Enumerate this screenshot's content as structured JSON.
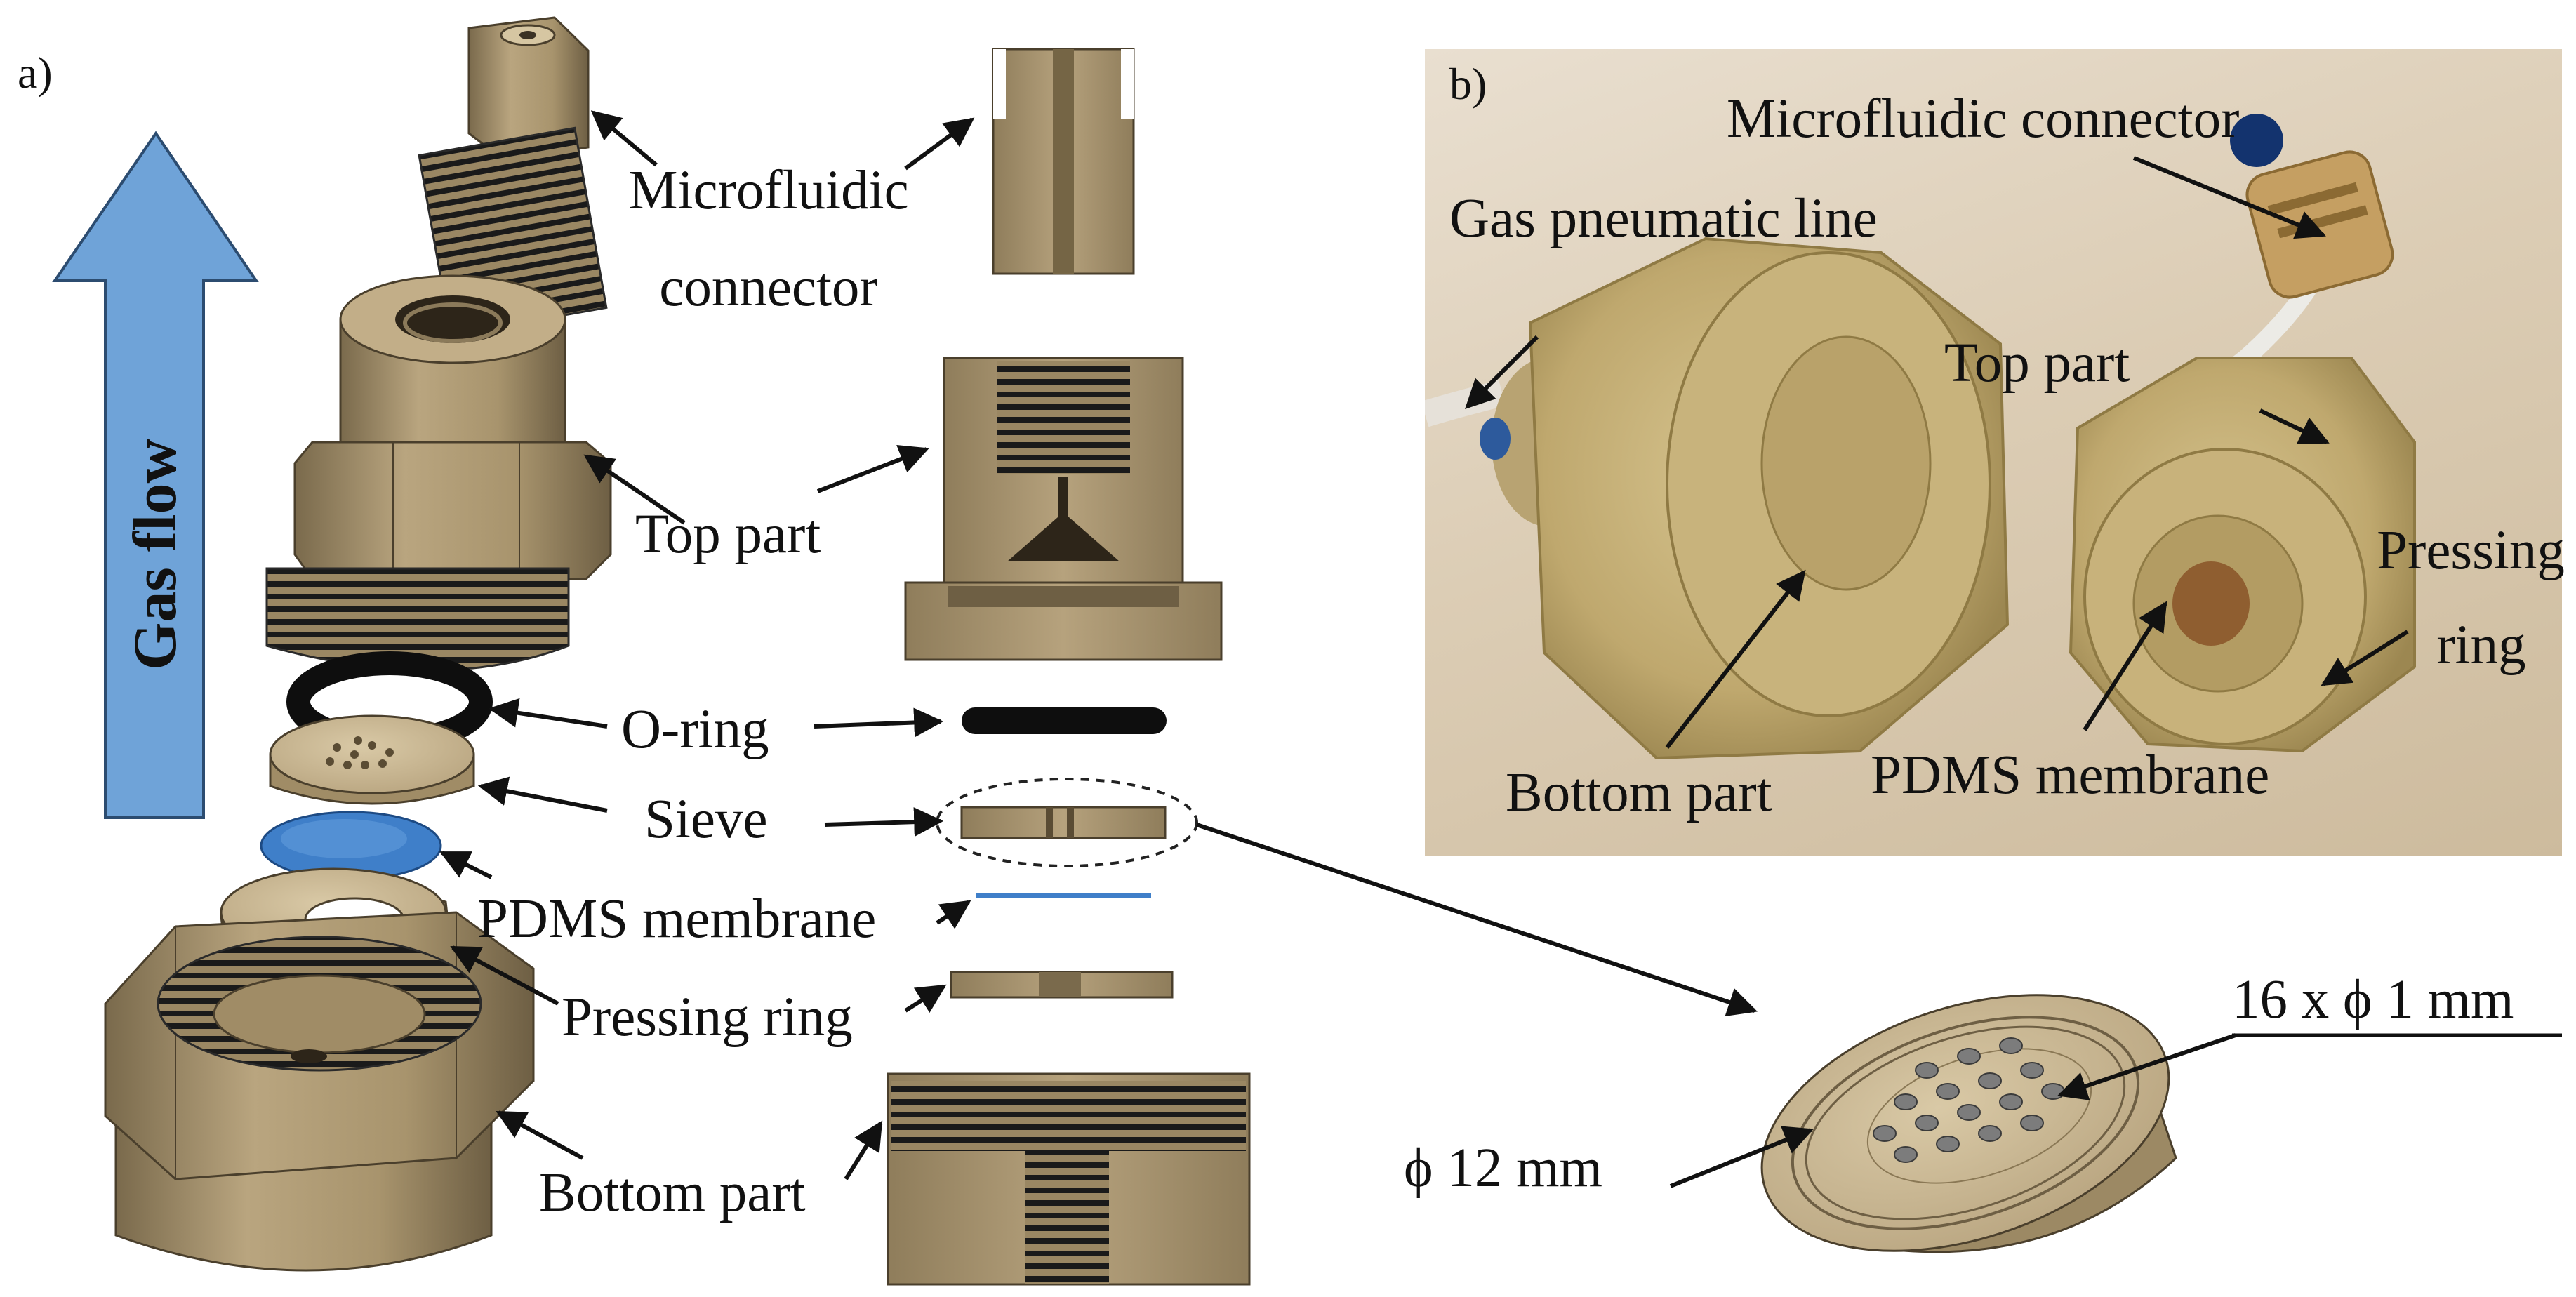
{
  "panel_a": {
    "label": "a)",
    "gas_flow": "Gas flow",
    "labels": {
      "microfluidic_line1": "Microfluidic",
      "microfluidic_line2": "connector",
      "top_part": "Top part",
      "o_ring": "O-ring",
      "sieve": "Sieve",
      "pdms_membrane": "PDMS membrane",
      "pressing_ring": "Pressing ring",
      "bottom_part": "Bottom part"
    },
    "colors": {
      "part": "#a08c66",
      "part_light": "#c9b590",
      "membrane": "#3f7fc9",
      "arrow": "#6fa3d8",
      "oring": "#0e0e0e"
    }
  },
  "panel_b": {
    "label": "b)",
    "labels": {
      "microfluidic_connector": "Microfluidic connector",
      "gas_line": "Gas pneumatic line",
      "top_part": "Top part",
      "pressing_ring_line1": "Pressing",
      "pressing_ring_line2": "ring",
      "bottom_part": "Bottom part",
      "pdms_membrane": "PDMS membrane"
    }
  },
  "detail": {
    "holes": "16 x ϕ 1 mm",
    "diameter": "ϕ 12 mm"
  }
}
